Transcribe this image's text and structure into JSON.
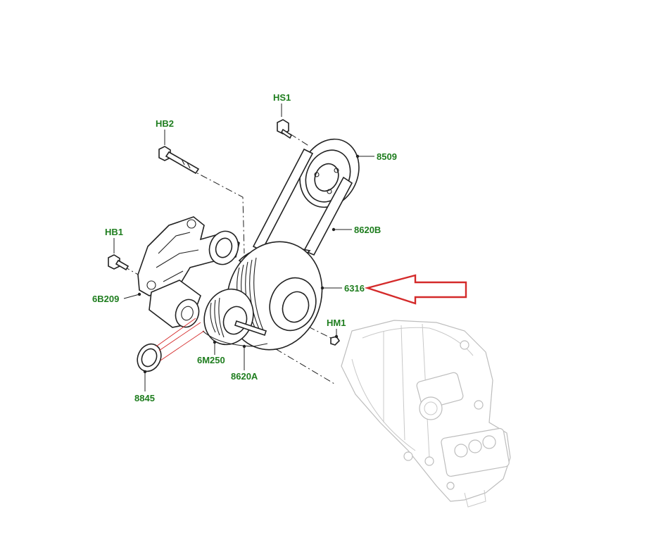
{
  "labels": {
    "hs1": "HS1",
    "hb2": "HB2",
    "hb1": "HB1",
    "p8509": "8509",
    "p8620b": "8620B",
    "p6316": "6316",
    "p6b209": "6B209",
    "hm1": "HM1",
    "p6m250": "6M250",
    "p8620a": "8620A",
    "p8845": "8845"
  },
  "colors": {
    "label": "#1e7d1e",
    "highlight_arrow": "#d42a2a",
    "ghost_component": "#bdbdbd"
  }
}
